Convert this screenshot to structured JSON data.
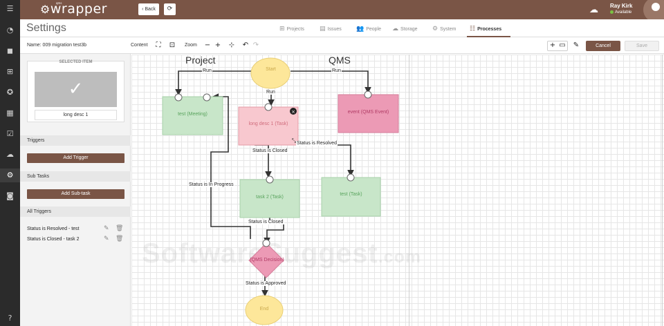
{
  "app": {
    "logo_text": "wrapper",
    "logo_mini": "qms"
  },
  "topbar": {
    "back_label": "Back",
    "user_name": "Ray Kirk",
    "user_status": "Available"
  },
  "page": {
    "title": "Settings"
  },
  "nav_tabs": [
    {
      "label": "Projects",
      "icon": "sitemap-icon"
    },
    {
      "label": "Issues",
      "icon": "clipboard-icon"
    },
    {
      "label": "People",
      "icon": "people-icon"
    },
    {
      "label": "Storage",
      "icon": "cloud-icon"
    },
    {
      "label": "System",
      "icon": "gear-icon"
    },
    {
      "label": "Processes",
      "icon": "process-icon",
      "active": true
    }
  ],
  "toolbar": {
    "name_label": "Name: 009 migration test3b",
    "content_label": "Content",
    "zoom_label": "Zoom",
    "cancel_label": "Cancel",
    "save_label": "Save"
  },
  "left_panel": {
    "selected_title": "SELECTED ITEM",
    "selected_name": "long desc 1",
    "triggers_header": "Triggers",
    "add_trigger_label": "Add Trigger",
    "subtasks_header": "Sub Tasks",
    "add_subtask_label": "Add Sub-task",
    "all_triggers_header": "All Triggers",
    "triggers": [
      {
        "label": "Status is Resolved - test"
      },
      {
        "label": "Status is Closed - task 2"
      }
    ]
  },
  "canvas": {
    "lanes": [
      "Project",
      "QMS"
    ],
    "nodes": {
      "start": "Start",
      "test_meeting": "test (Meeting)",
      "long_desc": "long desc 1 (Task)",
      "event_qms": "event (QMS Event)",
      "task2": "task 2 (Task)",
      "test_task": "test (Task)",
      "decision": "(QMS Decision)",
      "end": "End"
    },
    "edges": {
      "run_left": "Run",
      "run_mid": "Run",
      "run_right": "Run",
      "closed1": "Status is Closed",
      "resolved": "Status is Resolved",
      "in_progress": "Status is In Progress",
      "closed2": "Status is Closed",
      "approved": "Status is Approved"
    }
  },
  "watermark": {
    "main": "SoftwareSuggest",
    "suffix": ".com"
  },
  "colors": {
    "brand": "#7a5546",
    "green_node": "#c8e6c9",
    "pink_node": "#f8c8cf",
    "qms_node": "#ec9ab5",
    "start_end": "#fde79a"
  }
}
